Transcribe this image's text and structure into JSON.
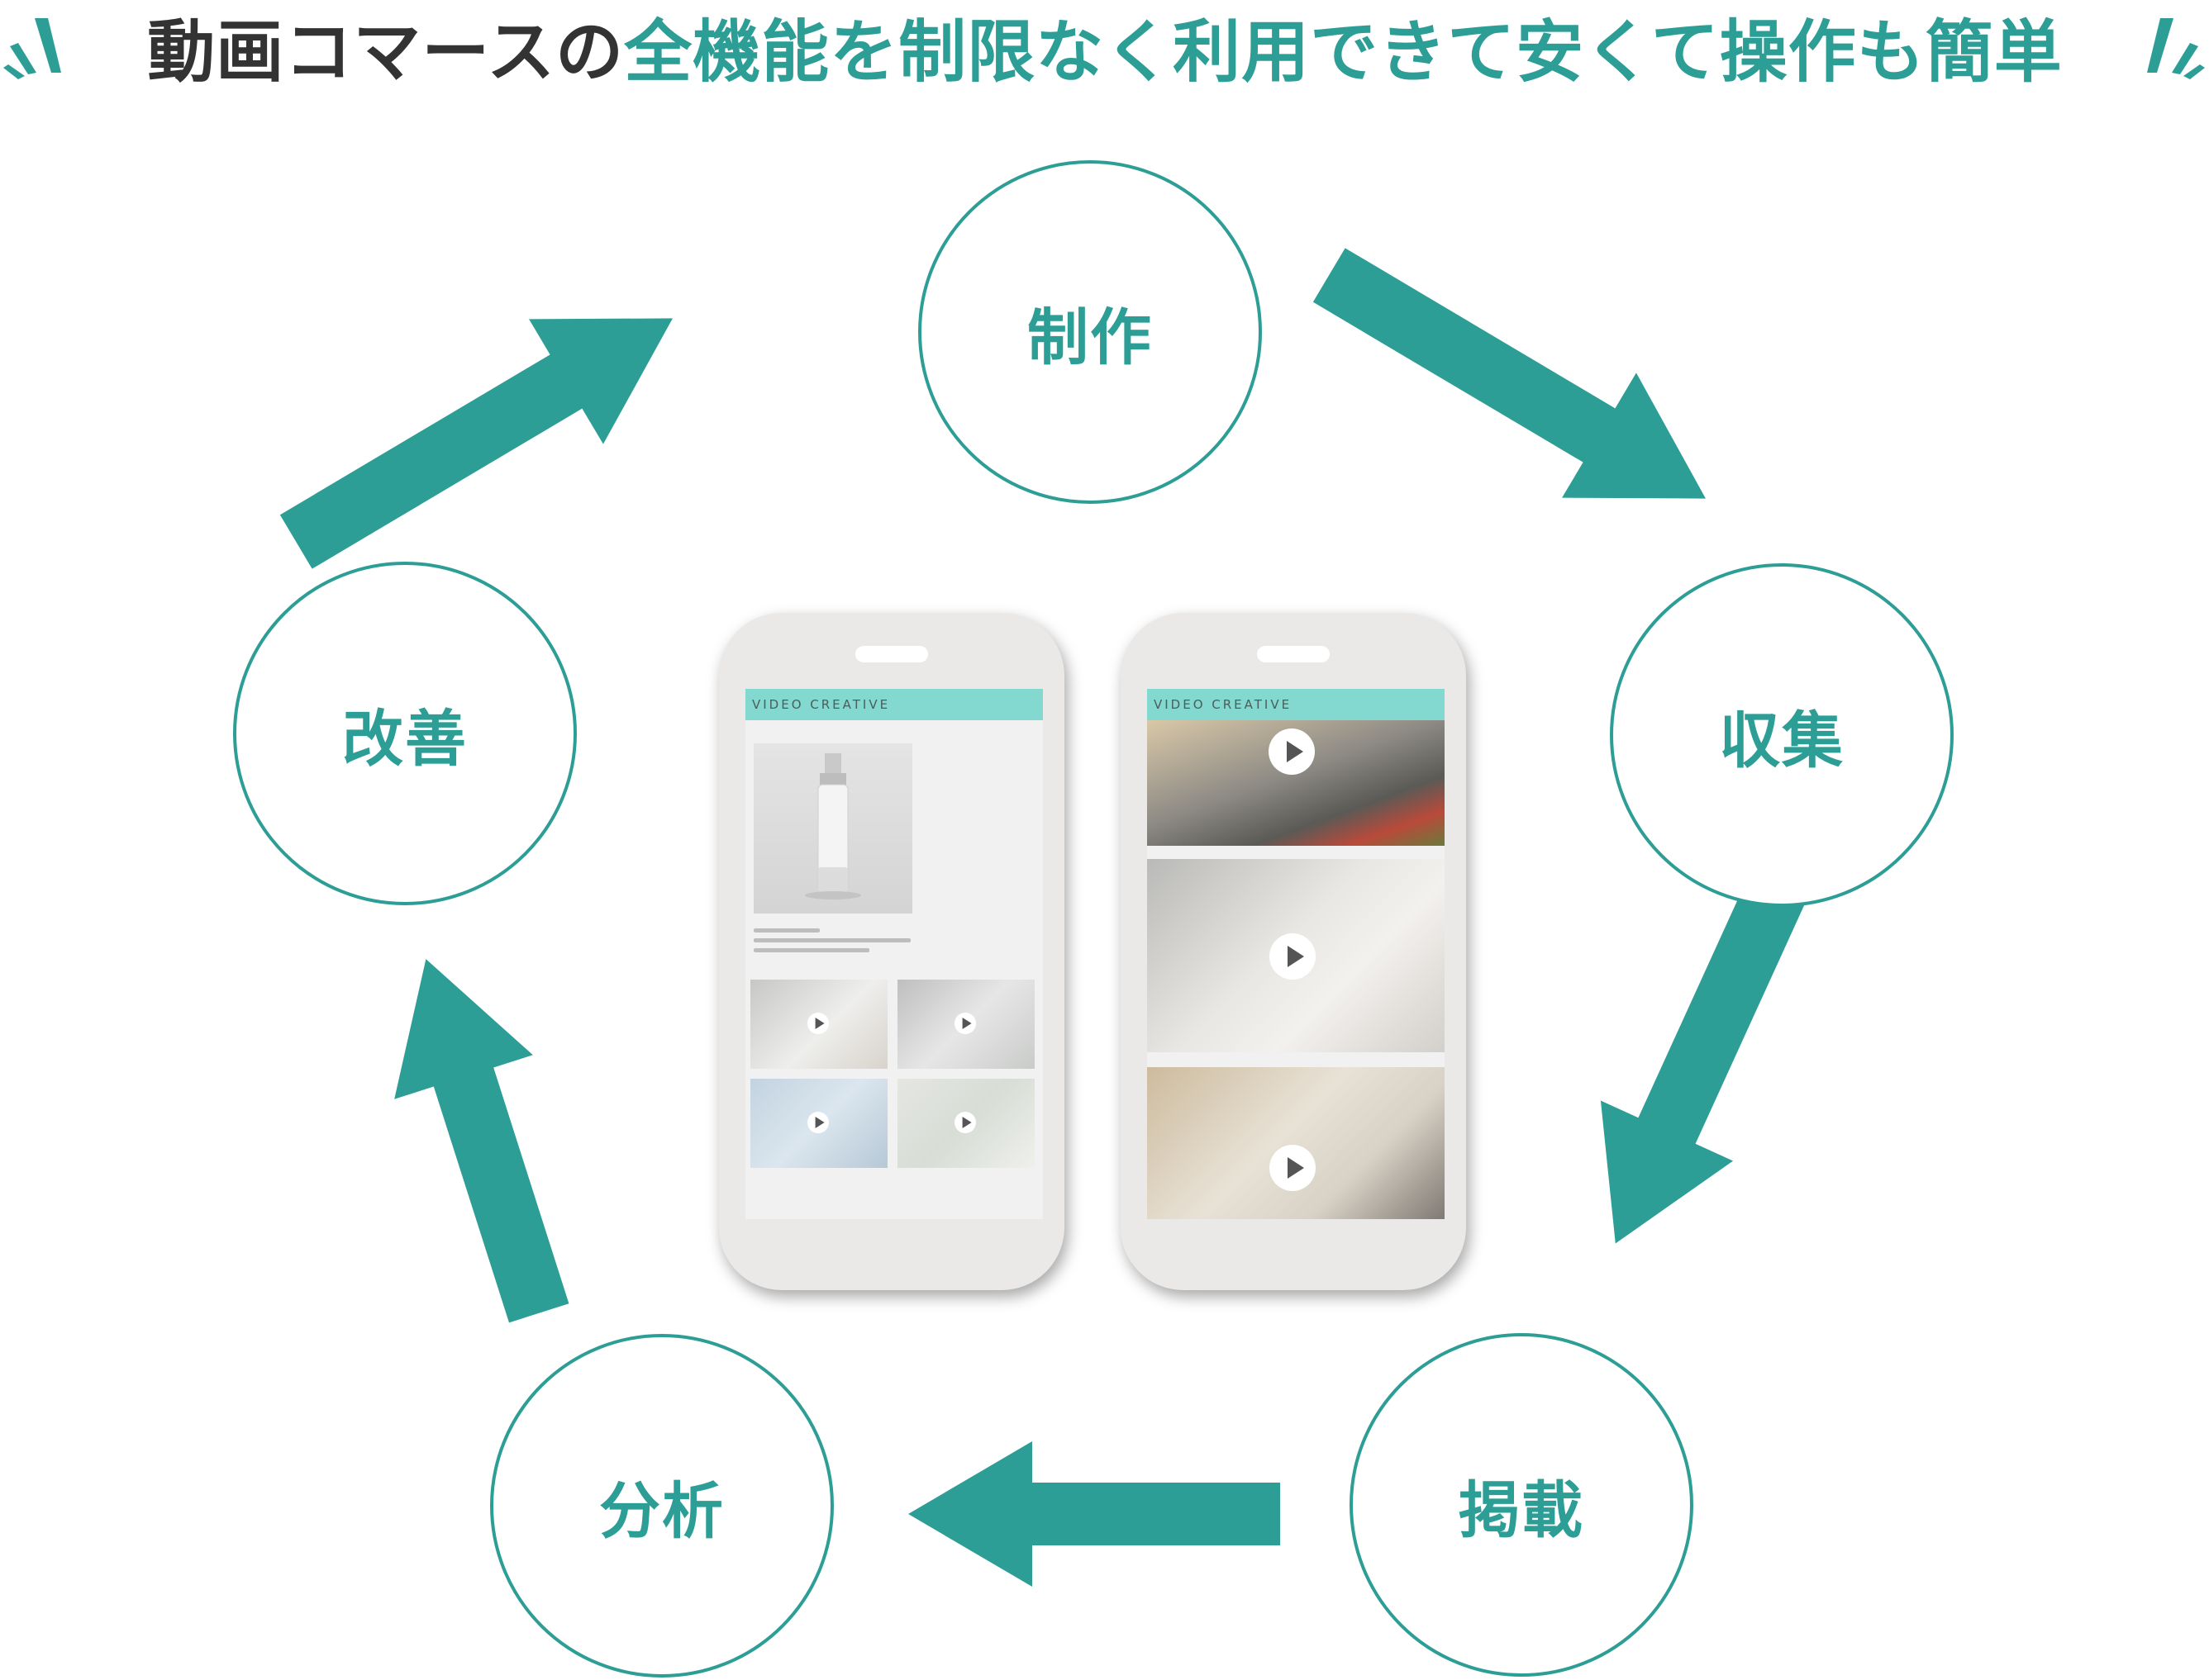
{
  "headline": {
    "dark_part": "動画コマースの",
    "teal_part": "全機能を制限なく利用できて安くて操作も簡単"
  },
  "stages": [
    {
      "id": "production",
      "label": "制作"
    },
    {
      "id": "collection",
      "label": "収集"
    },
    {
      "id": "posting",
      "label": "掲載"
    },
    {
      "id": "analysis",
      "label": "分析"
    },
    {
      "id": "improvement",
      "label": "改善"
    }
  ],
  "phones": [
    {
      "header": "VIDEO CREATIVE"
    },
    {
      "header": "VIDEO CREATIVE"
    }
  ],
  "colors": {
    "accent": "#2d9e96",
    "headline_dark": "#333333",
    "phone_bar": "#83d8cf",
    "phone_body": "#eae9e8"
  }
}
